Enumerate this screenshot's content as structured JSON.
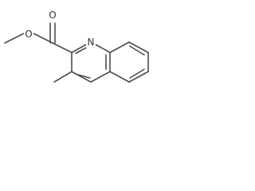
{
  "molecule": {
    "atoms": {
      "ester_oxygen": "O",
      "carbonyl_oxygen": "O",
      "ring_nitrogen": "N"
    }
  }
}
